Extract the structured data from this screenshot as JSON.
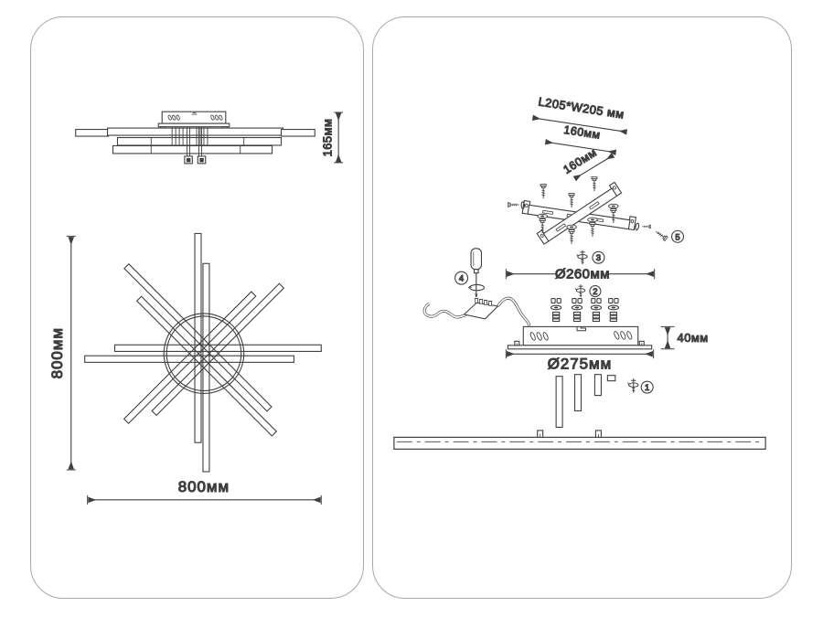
{
  "page": {
    "background": "#ffffff",
    "panel_border_color": "#a9a9a9",
    "line_color": "#3f3f3f",
    "text_color": "#3a3a3a"
  },
  "left_panel": {
    "description": "fixture dimension views",
    "side_view": {
      "height_label": "165мм"
    },
    "plan_view": {
      "height_label": "800мм",
      "width_label": "800мм"
    }
  },
  "right_panel": {
    "description": "installation exploded view",
    "labels": {
      "bracket_outer": "L205*W205 мм",
      "bracket_width": "160мм",
      "bracket_depth": "160мм",
      "canopy_diameter": "Ø260мм",
      "canopy_height": "40мм",
      "base_diameter": "Ø275мм"
    },
    "callouts": [
      "1",
      "2",
      "3",
      "4",
      "5"
    ]
  }
}
